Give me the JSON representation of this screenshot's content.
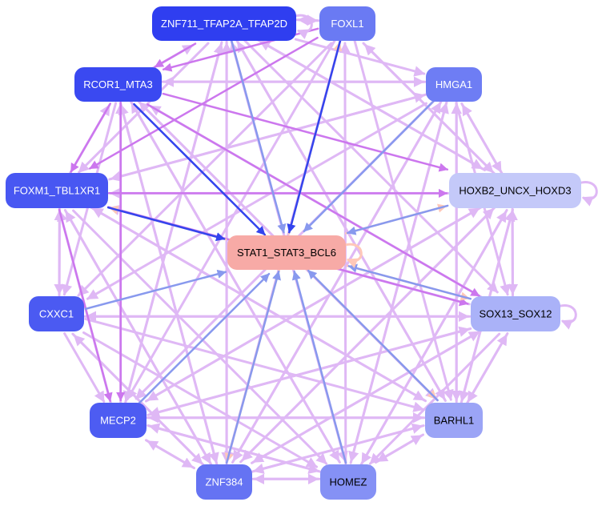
{
  "graph": {
    "colors": {
      "edge_purple": "#dfb8f5",
      "edge_magenta": "#cc77ee",
      "edge_blue": "#3344ee",
      "edge_lightblue": "#8899ee",
      "edge_peach": "#ffc8b8",
      "background": "#ffffff"
    },
    "nodes": [
      {
        "id": "znf711",
        "label": "ZNF711_TFAP2A_TFAP2D",
        "fill": "#2f3ef0",
        "text_color": "#ffffff"
      },
      {
        "id": "foxl1",
        "label": "FOXL1",
        "fill": "#6a7af3",
        "text_color": "#ffffff"
      },
      {
        "id": "rcor1",
        "label": "RCOR1_MTA3",
        "fill": "#3a49f1",
        "text_color": "#ffffff"
      },
      {
        "id": "hmga1",
        "label": "HMGA1",
        "fill": "#6e7df4",
        "text_color": "#ffffff"
      },
      {
        "id": "foxm1",
        "label": "FOXM1_TBL1XR1",
        "fill": "#4857f2",
        "text_color": "#ffffff"
      },
      {
        "id": "hoxb2",
        "label": "HOXB2_UNCX_HOXD3",
        "fill": "#c4c9f9",
        "text_color": "#000000"
      },
      {
        "id": "stat1",
        "label": "STAT1_STAT3_BCL6",
        "fill": "#f7aaa6",
        "text_color": "#000000"
      },
      {
        "id": "cxxc1",
        "label": "CXXC1",
        "fill": "#4b5af2",
        "text_color": "#ffffff"
      },
      {
        "id": "sox13",
        "label": "SOX13_SOX12",
        "fill": "#aab2f8",
        "text_color": "#000000"
      },
      {
        "id": "mecp2",
        "label": "MECP2",
        "fill": "#4d5cf2",
        "text_color": "#ffffff"
      },
      {
        "id": "barhl1",
        "label": "BARHL1",
        "fill": "#9ba4f6",
        "text_color": "#000000"
      },
      {
        "id": "znf384",
        "label": "ZNF384",
        "fill": "#6573f3",
        "text_color": "#ffffff"
      },
      {
        "id": "homez",
        "label": "HOMEZ",
        "fill": "#8591f5",
        "text_color": "#000000"
      }
    ],
    "edges": [
      {
        "from": "foxl1",
        "to": "znf711",
        "color": "purple"
      },
      {
        "from": "znf711",
        "to": "foxl1",
        "color": "purple"
      },
      {
        "from": "znf711",
        "to": "rcor1",
        "color": "magenta"
      },
      {
        "from": "rcor1",
        "to": "znf711",
        "color": "purple"
      },
      {
        "from": "rcor1",
        "to": "stat1",
        "color": "blue"
      },
      {
        "from": "znf711",
        "to": "stat1",
        "color": "lightblue"
      },
      {
        "from": "foxl1",
        "to": "stat1",
        "color": "blue"
      },
      {
        "from": "hmga1",
        "to": "stat1",
        "color": "lightblue"
      },
      {
        "from": "hoxb2",
        "to": "stat1",
        "color": "lightblue"
      },
      {
        "from": "foxm1",
        "to": "stat1",
        "color": "blue"
      },
      {
        "from": "stat1",
        "to": "foxm1",
        "color": "peach"
      },
      {
        "from": "stat1",
        "to": "hoxb2",
        "color": "peach"
      },
      {
        "from": "stat1",
        "to": "foxl1",
        "color": "peach"
      },
      {
        "from": "cxxc1",
        "to": "stat1",
        "color": "lightblue"
      },
      {
        "from": "sox13",
        "to": "stat1",
        "color": "lightblue"
      },
      {
        "from": "stat1",
        "to": "sox13",
        "color": "peach"
      },
      {
        "from": "mecp2",
        "to": "stat1",
        "color": "lightblue"
      },
      {
        "from": "barhl1",
        "to": "stat1",
        "color": "lightblue"
      },
      {
        "from": "stat1",
        "to": "barhl1",
        "color": "peach"
      },
      {
        "from": "znf384",
        "to": "stat1",
        "color": "lightblue"
      },
      {
        "from": "stat1",
        "to": "znf384",
        "color": "peach"
      },
      {
        "from": "homez",
        "to": "stat1",
        "color": "lightblue"
      },
      {
        "from": "rcor1",
        "to": "hoxb2",
        "color": "magenta"
      },
      {
        "from": "rcor1",
        "to": "foxm1",
        "color": "magenta"
      },
      {
        "from": "foxm1",
        "to": "rcor1",
        "color": "purple"
      },
      {
        "from": "foxl1",
        "to": "foxm1",
        "color": "magenta"
      },
      {
        "from": "foxl1",
        "to": "rcor1",
        "color": "magenta"
      },
      {
        "from": "hmga1",
        "to": "foxm1",
        "color": "purple"
      },
      {
        "from": "hmga1",
        "to": "rcor1",
        "color": "purple"
      },
      {
        "from": "hmga1",
        "to": "hoxb2",
        "color": "purple"
      },
      {
        "from": "hmga1",
        "to": "sox13",
        "color": "purple"
      },
      {
        "from": "hmga1",
        "to": "barhl1",
        "color": "purple"
      },
      {
        "from": "hmga1",
        "to": "mecp2",
        "color": "purple"
      },
      {
        "from": "hmga1",
        "to": "znf384",
        "color": "purple"
      },
      {
        "from": "hmga1",
        "to": "homez",
        "color": "purple"
      },
      {
        "from": "hmga1",
        "to": "cxxc1",
        "color": "purple"
      },
      {
        "from": "foxm1",
        "to": "hoxb2",
        "color": "magenta"
      },
      {
        "from": "hoxb2",
        "to": "foxm1",
        "color": "purple"
      },
      {
        "from": "foxm1",
        "to": "sox13",
        "color": "magenta"
      },
      {
        "from": "foxm1",
        "to": "barhl1",
        "color": "purple"
      },
      {
        "from": "foxm1",
        "to": "mecp2",
        "color": "magenta"
      },
      {
        "from": "foxm1",
        "to": "znf384",
        "color": "purple"
      },
      {
        "from": "foxm1",
        "to": "homez",
        "color": "purple"
      },
      {
        "from": "cxxc1",
        "to": "foxm1",
        "color": "purple"
      },
      {
        "from": "cxxc1",
        "to": "sox13",
        "color": "purple"
      },
      {
        "from": "cxxc1",
        "to": "mecp2",
        "color": "purple"
      },
      {
        "from": "cxxc1",
        "to": "znf384",
        "color": "purple"
      },
      {
        "from": "cxxc1",
        "to": "barhl1",
        "color": "purple"
      },
      {
        "from": "cxxc1",
        "to": "homez",
        "color": "purple"
      },
      {
        "from": "mecp2",
        "to": "foxm1",
        "color": "purple"
      },
      {
        "from": "mecp2",
        "to": "rcor1",
        "color": "purple"
      },
      {
        "from": "mecp2",
        "to": "znf711",
        "color": "purple"
      },
      {
        "from": "mecp2",
        "to": "barhl1",
        "color": "purple"
      },
      {
        "from": "mecp2",
        "to": "sox13",
        "color": "purple"
      },
      {
        "from": "mecp2",
        "to": "homez",
        "color": "purple"
      },
      {
        "from": "mecp2",
        "to": "znf384",
        "color": "purple"
      },
      {
        "from": "mecp2",
        "to": "hoxb2",
        "color": "purple"
      },
      {
        "from": "znf384",
        "to": "foxm1",
        "color": "purple"
      },
      {
        "from": "znf384",
        "to": "rcor1",
        "color": "purple"
      },
      {
        "from": "znf384",
        "to": "znf711",
        "color": "purple"
      },
      {
        "from": "znf384",
        "to": "homez",
        "color": "purple"
      },
      {
        "from": "znf384",
        "to": "mecp2",
        "color": "purple"
      },
      {
        "from": "znf384",
        "to": "cxxc1",
        "color": "purple"
      },
      {
        "from": "znf384",
        "to": "hoxb2",
        "color": "purple"
      },
      {
        "from": "znf384",
        "to": "sox13",
        "color": "purple"
      },
      {
        "from": "znf384",
        "to": "barhl1",
        "color": "purple"
      },
      {
        "from": "znf384",
        "to": "hmga1",
        "color": "purple"
      },
      {
        "from": "homez",
        "to": "znf384",
        "color": "purple"
      },
      {
        "from": "homez",
        "to": "barhl1",
        "color": "purple"
      },
      {
        "from": "homez",
        "to": "mecp2",
        "color": "purple"
      },
      {
        "from": "homez",
        "to": "hmga1",
        "color": "purple"
      },
      {
        "from": "homez",
        "to": "znf711",
        "color": "purple"
      },
      {
        "from": "homez",
        "to": "rcor1",
        "color": "purple"
      },
      {
        "from": "homez",
        "to": "hoxb2",
        "color": "purple"
      },
      {
        "from": "homez",
        "to": "foxl1",
        "color": "purple"
      },
      {
        "from": "barhl1",
        "to": "homez",
        "color": "purple"
      },
      {
        "from": "barhl1",
        "to": "znf384",
        "color": "purple"
      },
      {
        "from": "barhl1",
        "to": "mecp2",
        "color": "purple"
      },
      {
        "from": "barhl1",
        "to": "sox13",
        "color": "purple"
      },
      {
        "from": "barhl1",
        "to": "hmga1",
        "color": "purple"
      },
      {
        "from": "barhl1",
        "to": "rcor1",
        "color": "purple"
      },
      {
        "from": "barhl1",
        "to": "foxm1",
        "color": "purple"
      },
      {
        "from": "barhl1",
        "to": "znf711",
        "color": "purple"
      },
      {
        "from": "barhl1",
        "to": "hoxb2",
        "color": "purple"
      },
      {
        "from": "sox13",
        "to": "hoxb2",
        "color": "purple"
      },
      {
        "from": "sox13",
        "to": "mecp2",
        "color": "purple"
      },
      {
        "from": "sox13",
        "to": "znf384",
        "color": "purple"
      },
      {
        "from": "sox13",
        "to": "foxm1",
        "color": "purple"
      },
      {
        "from": "sox13",
        "to": "barhl1",
        "color": "purple"
      },
      {
        "from": "sox13",
        "to": "homez",
        "color": "purple"
      },
      {
        "from": "sox13",
        "to": "cxxc1",
        "color": "purple"
      },
      {
        "from": "sox13",
        "to": "rcor1",
        "color": "purple"
      },
      {
        "from": "hoxb2",
        "to": "sox13",
        "color": "purple"
      },
      {
        "from": "hoxb2",
        "to": "barhl1",
        "color": "purple"
      },
      {
        "from": "hoxb2",
        "to": "homez",
        "color": "purple"
      },
      {
        "from": "hoxb2",
        "to": "mecp2",
        "color": "purple"
      },
      {
        "from": "hoxb2",
        "to": "hmga1",
        "color": "purple"
      },
      {
        "from": "hoxb2",
        "to": "znf711",
        "color": "purple"
      },
      {
        "from": "hoxb2",
        "to": "foxl1",
        "color": "purple"
      },
      {
        "from": "hoxb2",
        "to": "znf384",
        "color": "purple"
      },
      {
        "from": "rcor1",
        "to": "sox13",
        "color": "magenta"
      },
      {
        "from": "rcor1",
        "to": "mecp2",
        "color": "magenta"
      },
      {
        "from": "rcor1",
        "to": "znf384",
        "color": "purple"
      },
      {
        "from": "rcor1",
        "to": "barhl1",
        "color": "purple"
      },
      {
        "from": "rcor1",
        "to": "homez",
        "color": "purple"
      },
      {
        "from": "rcor1",
        "to": "hmga1",
        "color": "purple"
      },
      {
        "from": "rcor1",
        "to": "cxxc1",
        "color": "purple"
      },
      {
        "from": "znf711",
        "to": "hmga1",
        "color": "purple"
      },
      {
        "from": "znf711",
        "to": "foxm1",
        "color": "purple"
      },
      {
        "from": "znf711",
        "to": "mecp2",
        "color": "purple"
      },
      {
        "from": "znf711",
        "to": "znf384",
        "color": "purple"
      },
      {
        "from": "znf711",
        "to": "homez",
        "color": "purple"
      },
      {
        "from": "znf711",
        "to": "barhl1",
        "color": "purple"
      },
      {
        "from": "znf711",
        "to": "sox13",
        "color": "purple"
      },
      {
        "from": "znf711",
        "to": "hoxb2",
        "color": "purple"
      },
      {
        "from": "foxl1",
        "to": "mecp2",
        "color": "purple"
      },
      {
        "from": "foxl1",
        "to": "znf384",
        "color": "purple"
      },
      {
        "from": "foxl1",
        "to": "barhl1",
        "color": "purple"
      },
      {
        "from": "foxl1",
        "to": "hoxb2",
        "color": "purple"
      },
      {
        "from": "foxl1",
        "to": "cxxc1",
        "color": "purple"
      },
      {
        "from": "foxm1",
        "to": "cxxc1",
        "color": "purple"
      },
      {
        "from": "foxm1",
        "to": "hmga1",
        "color": "purple"
      }
    ],
    "self_loops": [
      "stat1",
      "hoxb2",
      "sox13",
      "znf711"
    ]
  }
}
